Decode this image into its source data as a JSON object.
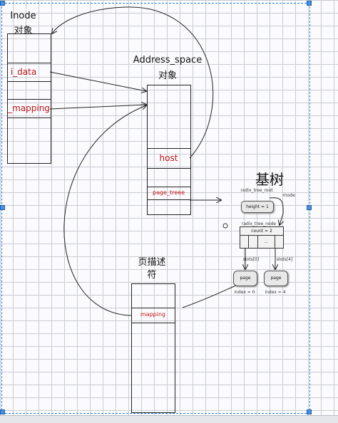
{
  "inode": {
    "title_line1": "Inode",
    "title_line2": "对象",
    "field_data": "i_data",
    "field_mapping": "_mapping"
  },
  "address_space": {
    "title_line1": "Address_space",
    "title_line2": "对象",
    "field_host": "host",
    "field_page_tree": "page_treee"
  },
  "page_descriptor": {
    "title_line1": "页描述",
    "title_line2": "符",
    "field_mapping": "mapping"
  },
  "radix_tree": {
    "title": "基树",
    "root_label": "radix_tree_root",
    "rnode_label": "rnode",
    "height_label": "height = 1",
    "node_label": "radix_tree_node",
    "count_label": "count = 2",
    "ellipsis": "...",
    "slots0_label": "slots[0]",
    "slots4_label": "slots[4]",
    "page_a_label": "page",
    "page_b_label": "page",
    "index_a": "index = 0",
    "index_b": "index = 4"
  },
  "colors": {
    "field_text": "#c0141a",
    "frame": "#2f7fd6",
    "grid": "#c9ccd2"
  }
}
